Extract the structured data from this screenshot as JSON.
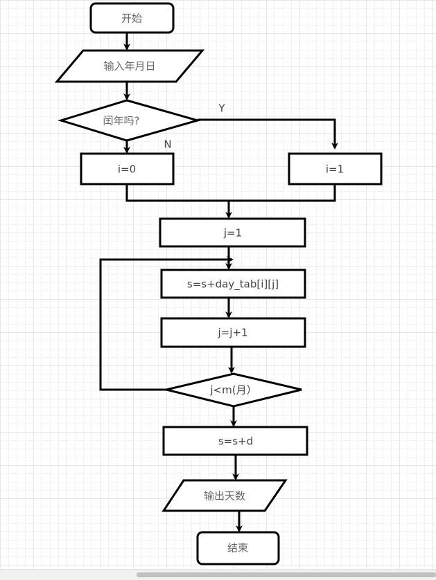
{
  "nodes": {
    "start": "开始",
    "input": "输入年月日",
    "leap_check": "闰年吗?",
    "i0": "i=0",
    "i1": "i=1",
    "j1": "j=1",
    "accumulate": "s=s+day_tab[i][j]",
    "increment": "j=j+1",
    "loop_check": "j<m(月）",
    "add_day": "s=s+d",
    "output": "输出天数",
    "end": "结束"
  },
  "labels": {
    "yes": "Y",
    "no": "N"
  },
  "colors": {
    "stroke": "#000000",
    "text": "#444444"
  }
}
